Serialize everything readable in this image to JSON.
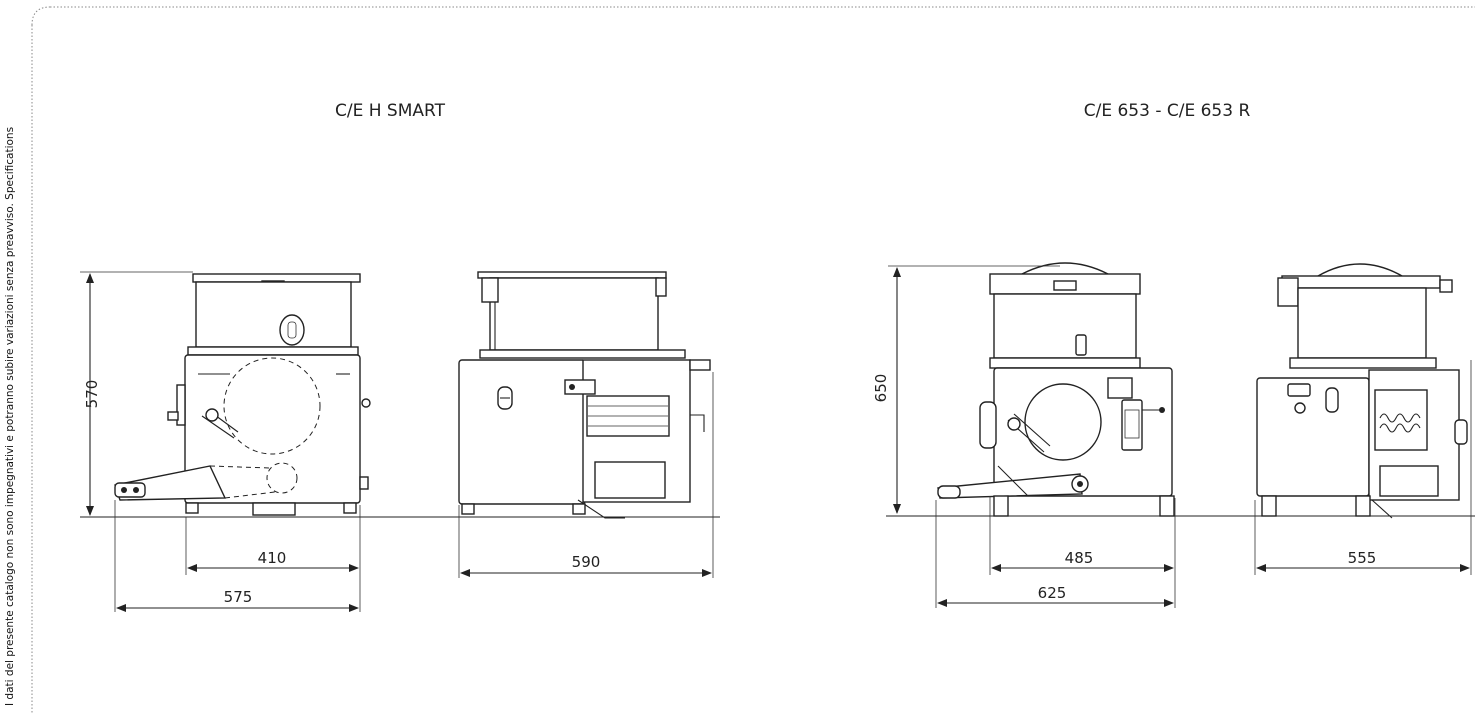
{
  "side_note": "I dati del presente catalogo non sono impegnativi e potranno subire variazioni senza preavviso. Specifications",
  "models": [
    {
      "title": "C/E H SMART",
      "height": "570",
      "front_width": "410",
      "front_overall": "575",
      "side_width": "590"
    },
    {
      "title": "C/E 653 - C/E 653 R",
      "height": "650",
      "front_width": "485",
      "front_overall": "625",
      "side_width": "555"
    }
  ]
}
